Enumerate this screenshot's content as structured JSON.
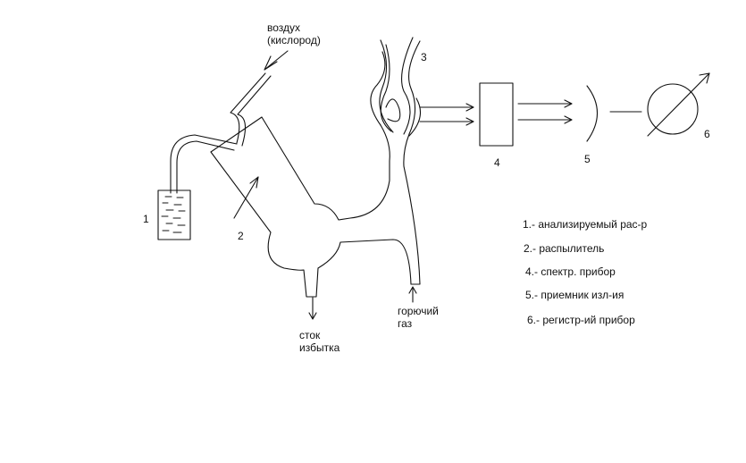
{
  "labels": {
    "air_line1": "воздух",
    "air_line2": "(кислород)",
    "drain_line1": "сток",
    "drain_line2": "избытка",
    "fuel_line1": "горючий",
    "fuel_line2": "газ"
  },
  "numbers": {
    "n1": "1",
    "n2": "2",
    "n3": "3",
    "n4": "4",
    "n5": "5",
    "n6": "6"
  },
  "legend": [
    "1.-  анализируемый рас-р",
    "2.- распылитель",
    "4.- спектр. прибор",
    "5.- приемник изл-ия",
    "6.- регистр-ий прибор"
  ]
}
